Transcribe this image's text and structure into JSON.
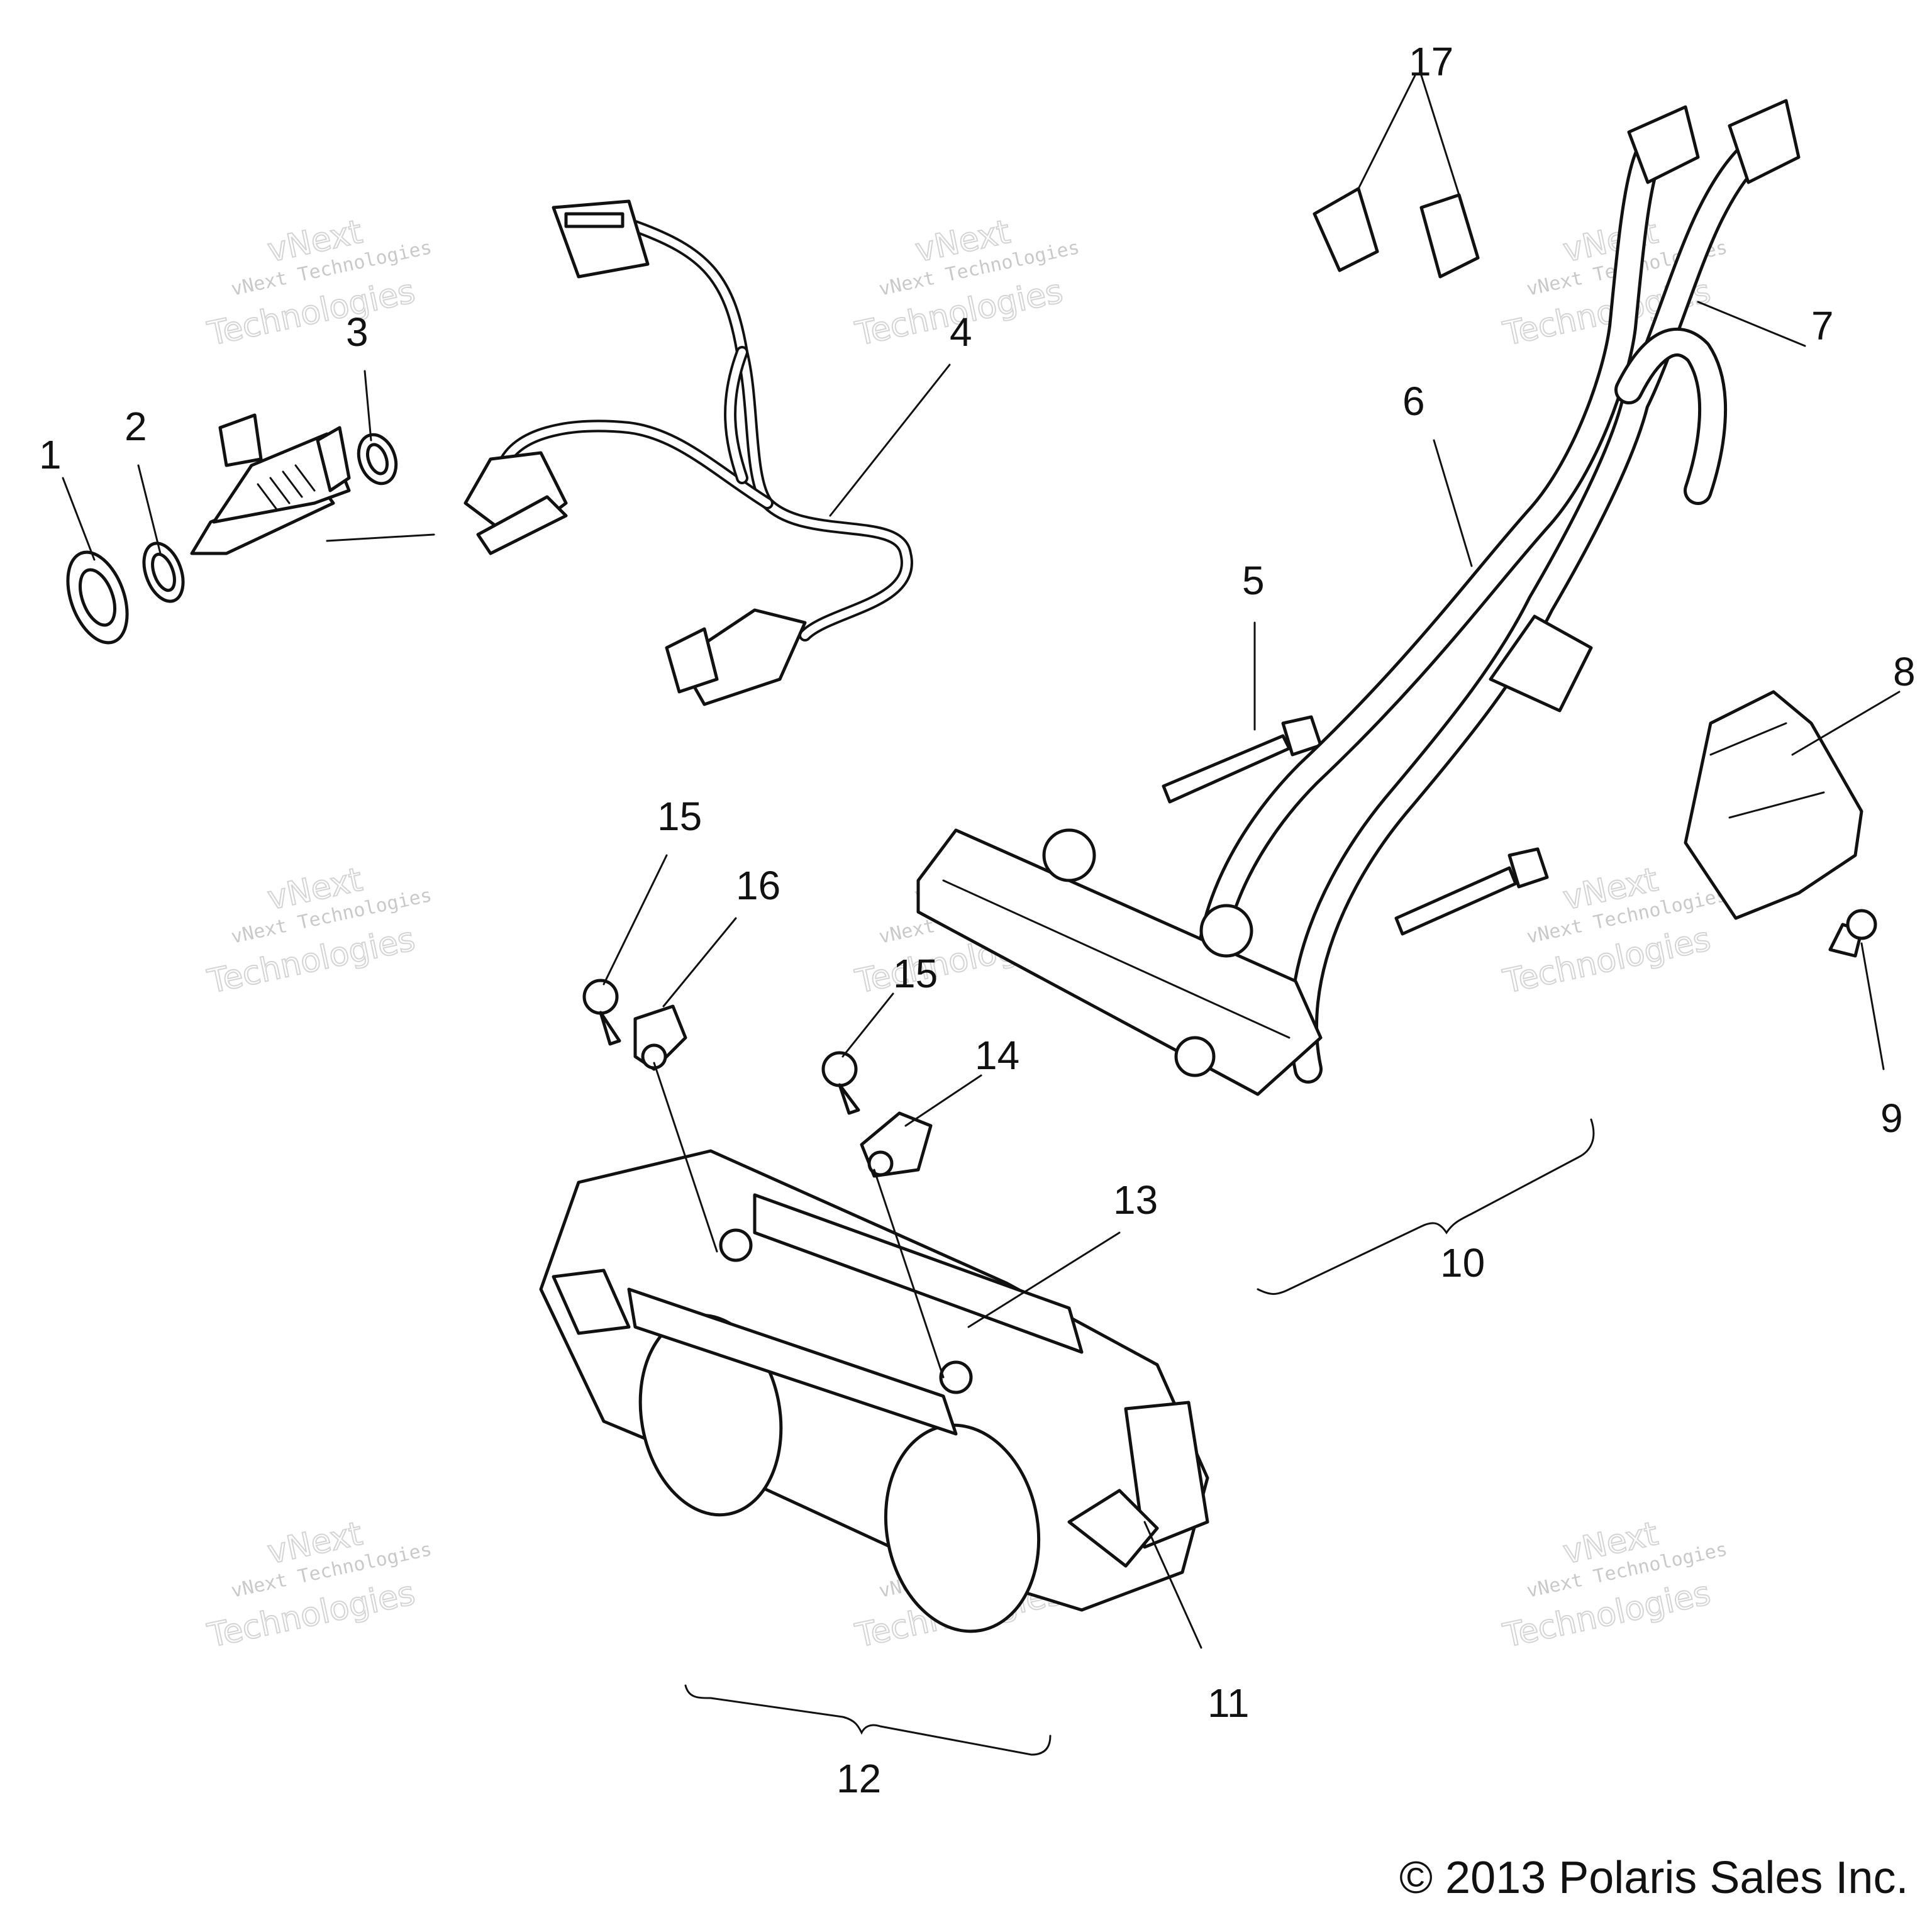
{
  "callouts": [
    {
      "id": "1",
      "text": "1"
    },
    {
      "id": "2",
      "text": "2"
    },
    {
      "id": "3",
      "text": "3"
    },
    {
      "id": "4",
      "text": "4"
    },
    {
      "id": "5",
      "text": "5"
    },
    {
      "id": "6",
      "text": "6"
    },
    {
      "id": "7",
      "text": "7"
    },
    {
      "id": "8",
      "text": "8"
    },
    {
      "id": "9",
      "text": "9"
    },
    {
      "id": "10",
      "text": "10"
    },
    {
      "id": "11",
      "text": "11"
    },
    {
      "id": "12",
      "text": "12"
    },
    {
      "id": "13",
      "text": "13"
    },
    {
      "id": "14",
      "text": "14"
    },
    {
      "id": "15a",
      "text": "15"
    },
    {
      "id": "15b",
      "text": "15"
    },
    {
      "id": "16",
      "text": "16"
    },
    {
      "id": "17",
      "text": "17"
    }
  ],
  "watermark": {
    "line1": "vNext Technologies",
    "line2": "Technologies",
    "line3": "vNext"
  },
  "copyright": "© 2013 Polaris Sales Inc."
}
